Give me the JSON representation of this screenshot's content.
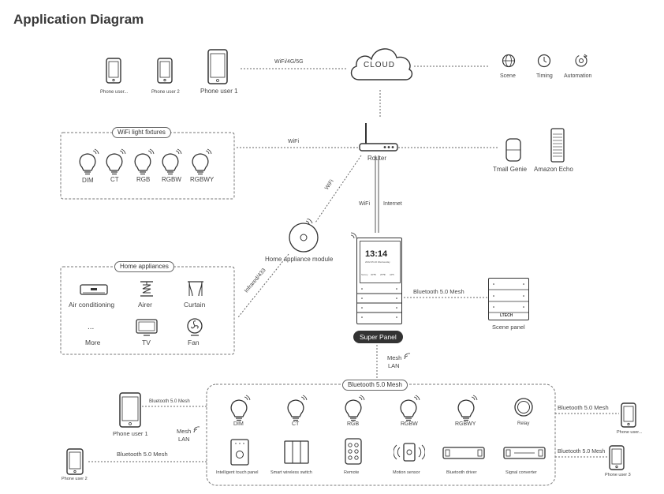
{
  "title": "Application Diagram",
  "cloud": "CLOUD",
  "links": {
    "wifi_4g_5g": "WiFi/4G/5G",
    "wifi": "WiFi",
    "wifi_diag": "WiFi",
    "wifi_down": "WiFi",
    "internet": "Internet",
    "infrared": "Infrared/433",
    "bt_mesh": "Bluetooth  5.0  Mesh",
    "mesh": "Mesh",
    "lan": "LAN",
    "bt_left_top": "Bluetooth 5.0 Mesh",
    "mesh_left": "Mesh",
    "lan_left": "LAN",
    "bt_left_bottom": "Bluetooth 5.0 Mesh",
    "bt_right_top": "Bluetooth 5.0 Mesh",
    "bt_right_bottom": "Bluetooth 5.0 Mesh"
  },
  "phones_top": [
    "Phone user...",
    "Phone user 2",
    "Phone user 1"
  ],
  "cloud_services": [
    "Scene",
    "Timing",
    "Automation"
  ],
  "router": "Router",
  "voice": [
    "Tmall Genie",
    "Amazon Echo"
  ],
  "wifi_fixtures": {
    "label": "WiFi light fixtures",
    "items": [
      "DIM",
      "CT",
      "RGB",
      "RGBW",
      "RGBWY"
    ]
  },
  "module": "Home  appliance module",
  "appliances": {
    "label": "Home appliances",
    "items": [
      "Air conditioning",
      "Airer",
      "Curtain",
      "More",
      "TV",
      "Fan"
    ],
    "more_glyph": "..."
  },
  "super_panel": {
    "time": "13:14",
    "date": "2022.05.20  Wednesday",
    "status": [
      "Sunny",
      "30℃",
      "25℃",
      "AP5"
    ],
    "label": "Super Panel"
  },
  "scene_panel": {
    "brand": "LTECH",
    "label": "Scene panel"
  },
  "mesh_group": {
    "label": "Bluetooth 5.0 Mesh",
    "lights": [
      "DIM",
      "CT",
      "RGB",
      "RGBW",
      "RGBWY",
      "Relay"
    ],
    "devices": [
      "Intelligent touch panel",
      "Smart wireless switch",
      "Remote",
      "Motion sensor",
      "Bluetooth driver",
      "Signal converter"
    ]
  },
  "phones_bottom": {
    "left_top": "Phone user 1",
    "left_bottom": "Phone user 2",
    "right_top": "Phone user...",
    "right_bottom": "Phone user 3"
  }
}
